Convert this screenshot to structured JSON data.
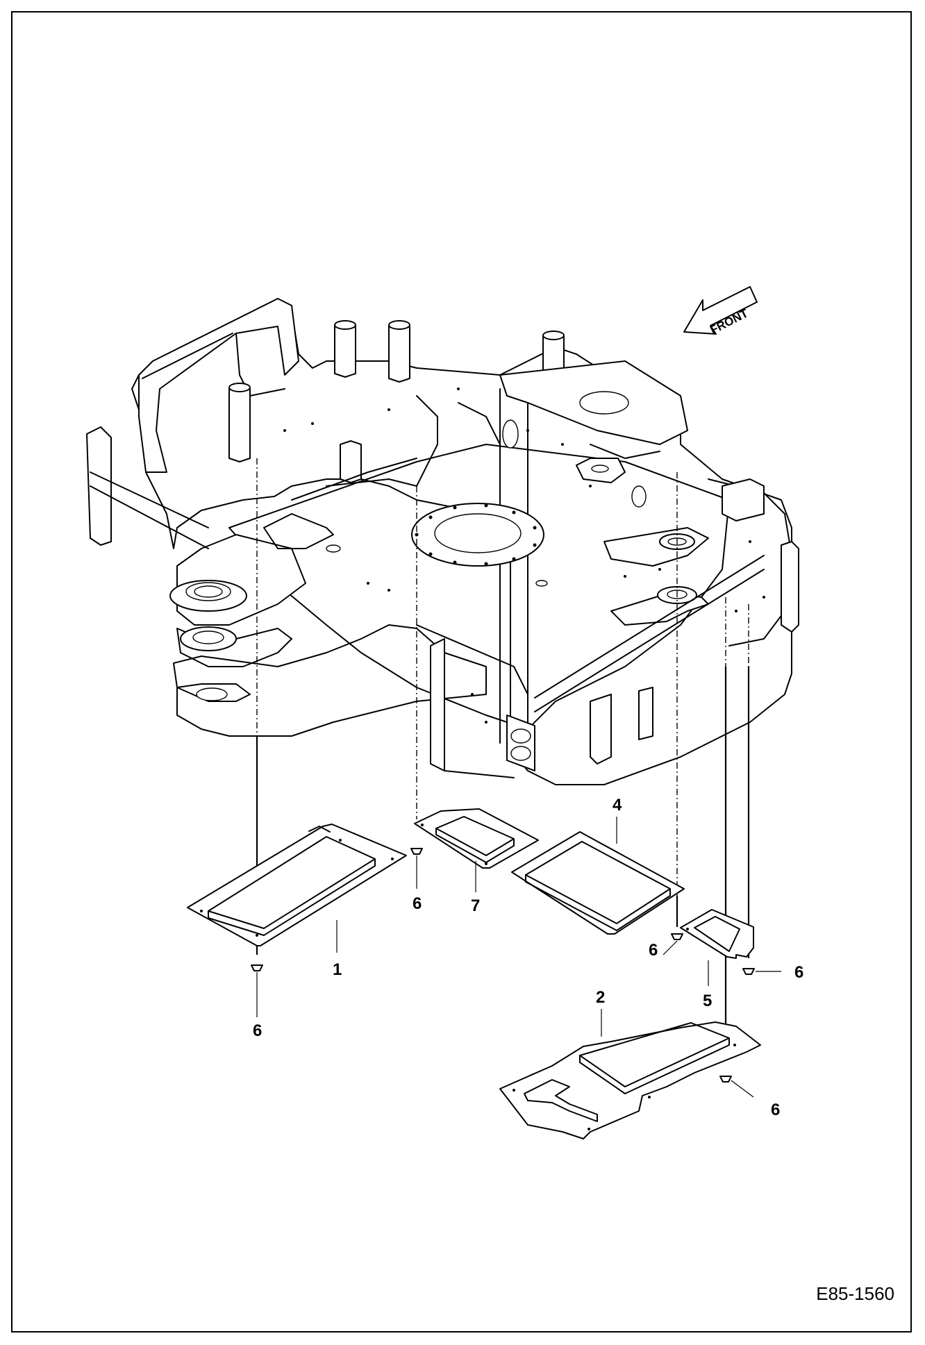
{
  "figure_code": "E85-1560",
  "front_label": "FRONT",
  "callouts": {
    "c1": "1",
    "c2": "2",
    "c4": "4",
    "c5": "5",
    "c6a": "6",
    "c6b": "6",
    "c6c": "6",
    "c6d": "6",
    "c6e": "6",
    "c7": "7"
  }
}
